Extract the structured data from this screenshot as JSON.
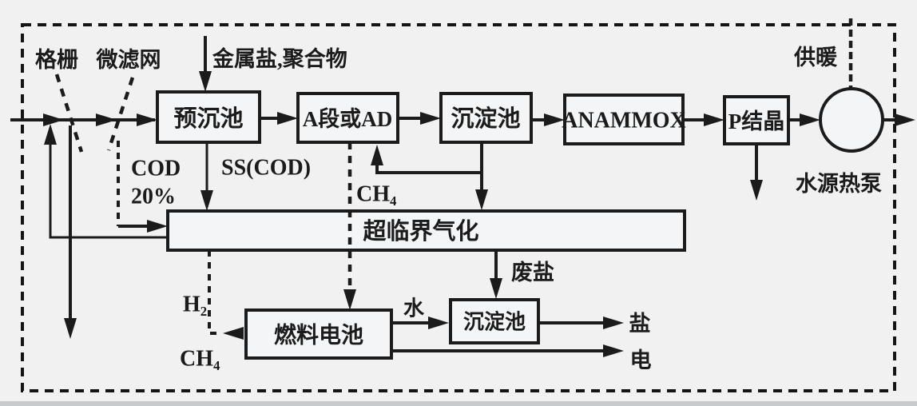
{
  "diagram": {
    "description_colors": {
      "ink": "#1b1b1b",
      "paper": "#f1f1f2"
    },
    "boxes": {
      "pre_sedimentation": "预沉池",
      "a_stage_or_ad": "A段或AD",
      "sedimentation_top": "沉淀池",
      "anammox": "ANAMMOX",
      "p_crystallization": "P结晶",
      "supercritical_gasification": "超临界气化",
      "fuel_cell": "燃料电池",
      "sedimentation_bottom": "沉淀池"
    },
    "labels": {
      "bar_screen": "格栅",
      "micro_filter": "微滤网",
      "metal_salt_polymer": "金属盐,聚合物",
      "cod": "COD",
      "cod_percent": "20%",
      "ss_cod": "SS(COD)",
      "ch4_upper": "CH₄",
      "h2": "H₂",
      "ch4_lower": "CH₄",
      "heating": "供暖",
      "water_source_heat_pump": "水源热泵",
      "waste_salt": "废盐",
      "water": "水",
      "salt": "盐",
      "electricity": "电"
    }
  }
}
